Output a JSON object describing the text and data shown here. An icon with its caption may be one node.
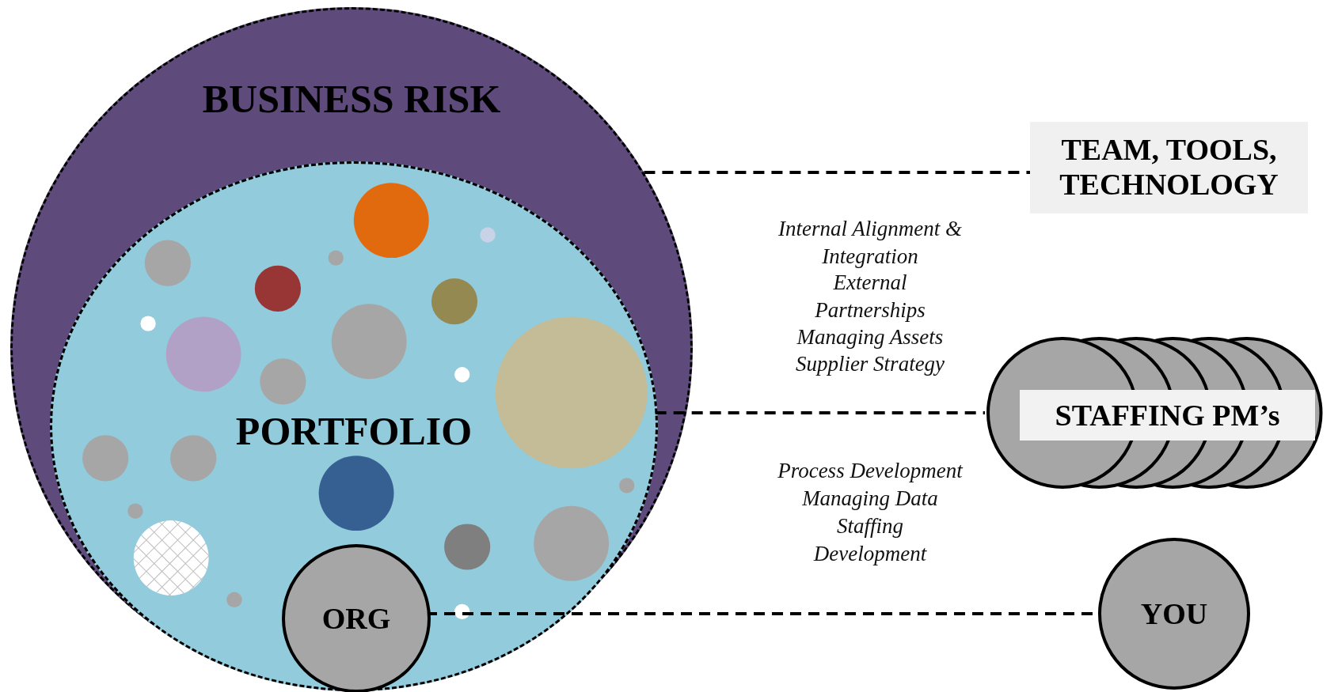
{
  "diagram": {
    "nodes": [
      {
        "text": [
          "BUSINESS RISK"
        ]
      },
      {
        "text": [
          "PORTFOLIO"
        ],
        "in": 0
      },
      {
        "text": [
          "ORG"
        ],
        "in": 1
      },
      {
        "text": [
          "TEAM, TOOLS, TECHNOLOGY"
        ]
      },
      {
        "text": [
          "STAFFING PM’s"
        ]
      },
      {
        "text": [
          "YOU"
        ]
      }
    ],
    "edges": [
      {
        "from": 0,
        "to": 3,
        "arrow": "none",
        "style": "dashed"
      },
      {
        "from": 1,
        "to": 4,
        "arrow": "none",
        "style": "dashed"
      },
      {
        "from": 2,
        "to": 5,
        "arrow": "none",
        "style": "dashed"
      }
    ],
    "labels": [
      "Internal Alignment & Integration",
      "External Partnerships",
      "Managing Assets",
      "Supplier Strategy",
      "Process Development",
      "Managing Data",
      "Staffing Development"
    ]
  }
}
